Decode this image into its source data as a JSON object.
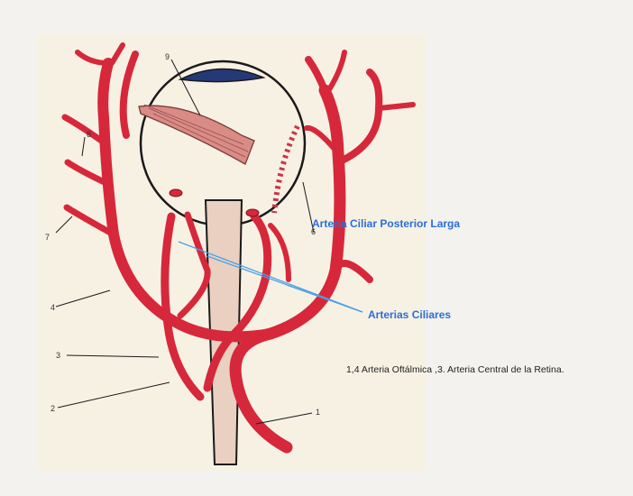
{
  "labels": {
    "posterior_long": "Arteria Ciliar Posterior Larga",
    "ciliary": "Arterias Ciliares"
  },
  "caption": "1,4 Arteria Oftálmica ,3. Arteria Central de la Retina.",
  "numbers": {
    "n1": "1",
    "n2": "2",
    "n3": "3",
    "n4": "4",
    "n6": "6",
    "n7": "7",
    "n8": "8",
    "n9": "9"
  },
  "colors": {
    "artery": "#d6283a",
    "artery_dark": "#a51626",
    "nerve": "#e9c9b8",
    "blue_label": "#2a6fd6",
    "pointer_blue": "#4aa0e8"
  }
}
